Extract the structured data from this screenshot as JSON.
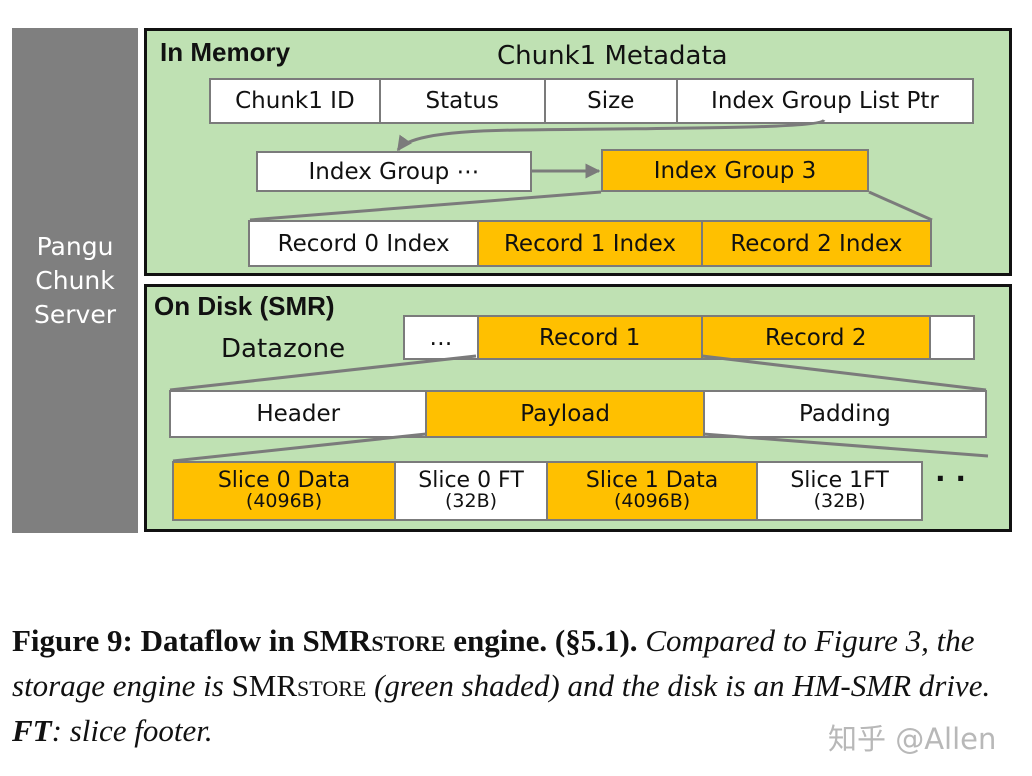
{
  "server_label": [
    "Pangu",
    "Chunk",
    "Server"
  ],
  "in_memory": {
    "title": "In Memory",
    "metadata_title": "Chunk1 Metadata",
    "metadata_fields": [
      "Chunk1 ID",
      "Status",
      "Size",
      "Index Group List Ptr"
    ],
    "index_group_other": "Index Group ⋯",
    "index_group_3": "Index Group  3",
    "record_indexes": [
      "Record 0 Index",
      "Record 1 Index",
      "Record 2 Index"
    ]
  },
  "on_disk": {
    "title": "On Disk (SMR)",
    "datazone_label": "Datazone",
    "datazone_cells": [
      "…",
      "Record 1",
      "Record 2",
      ""
    ],
    "record_parts": [
      "Header",
      "Payload",
      "Padding"
    ],
    "slices": [
      {
        "name": "Slice 0 Data",
        "size": "(4096B)"
      },
      {
        "name": "Slice 0 FT",
        "size": "(32B)"
      },
      {
        "name": "Slice 1 Data",
        "size": "(4096B)"
      },
      {
        "name": "Slice 1FT",
        "size": "(32B)"
      }
    ],
    "slices_more": "· ·"
  },
  "caption": {
    "label": "Figure 9: Dataflow in SMR",
    "label_sc": "store",
    "label_rest": " engine. (§5.1).",
    "text_1": " Compared to Figure 3, the storage engine is ",
    "text_smr": "SMR",
    "text_smr_sc": "store",
    "text_2": " (green shaded) and the disk is an HM-SMR drive. ",
    "ft_label": "FT",
    "text_3": ": slice footer."
  },
  "watermark": "知乎 @Allen",
  "colors": {
    "server": "#7f7f7f",
    "region_fill": "#bfe1b3",
    "highlight": "#ffc000",
    "connector": "#7b7b7b"
  }
}
